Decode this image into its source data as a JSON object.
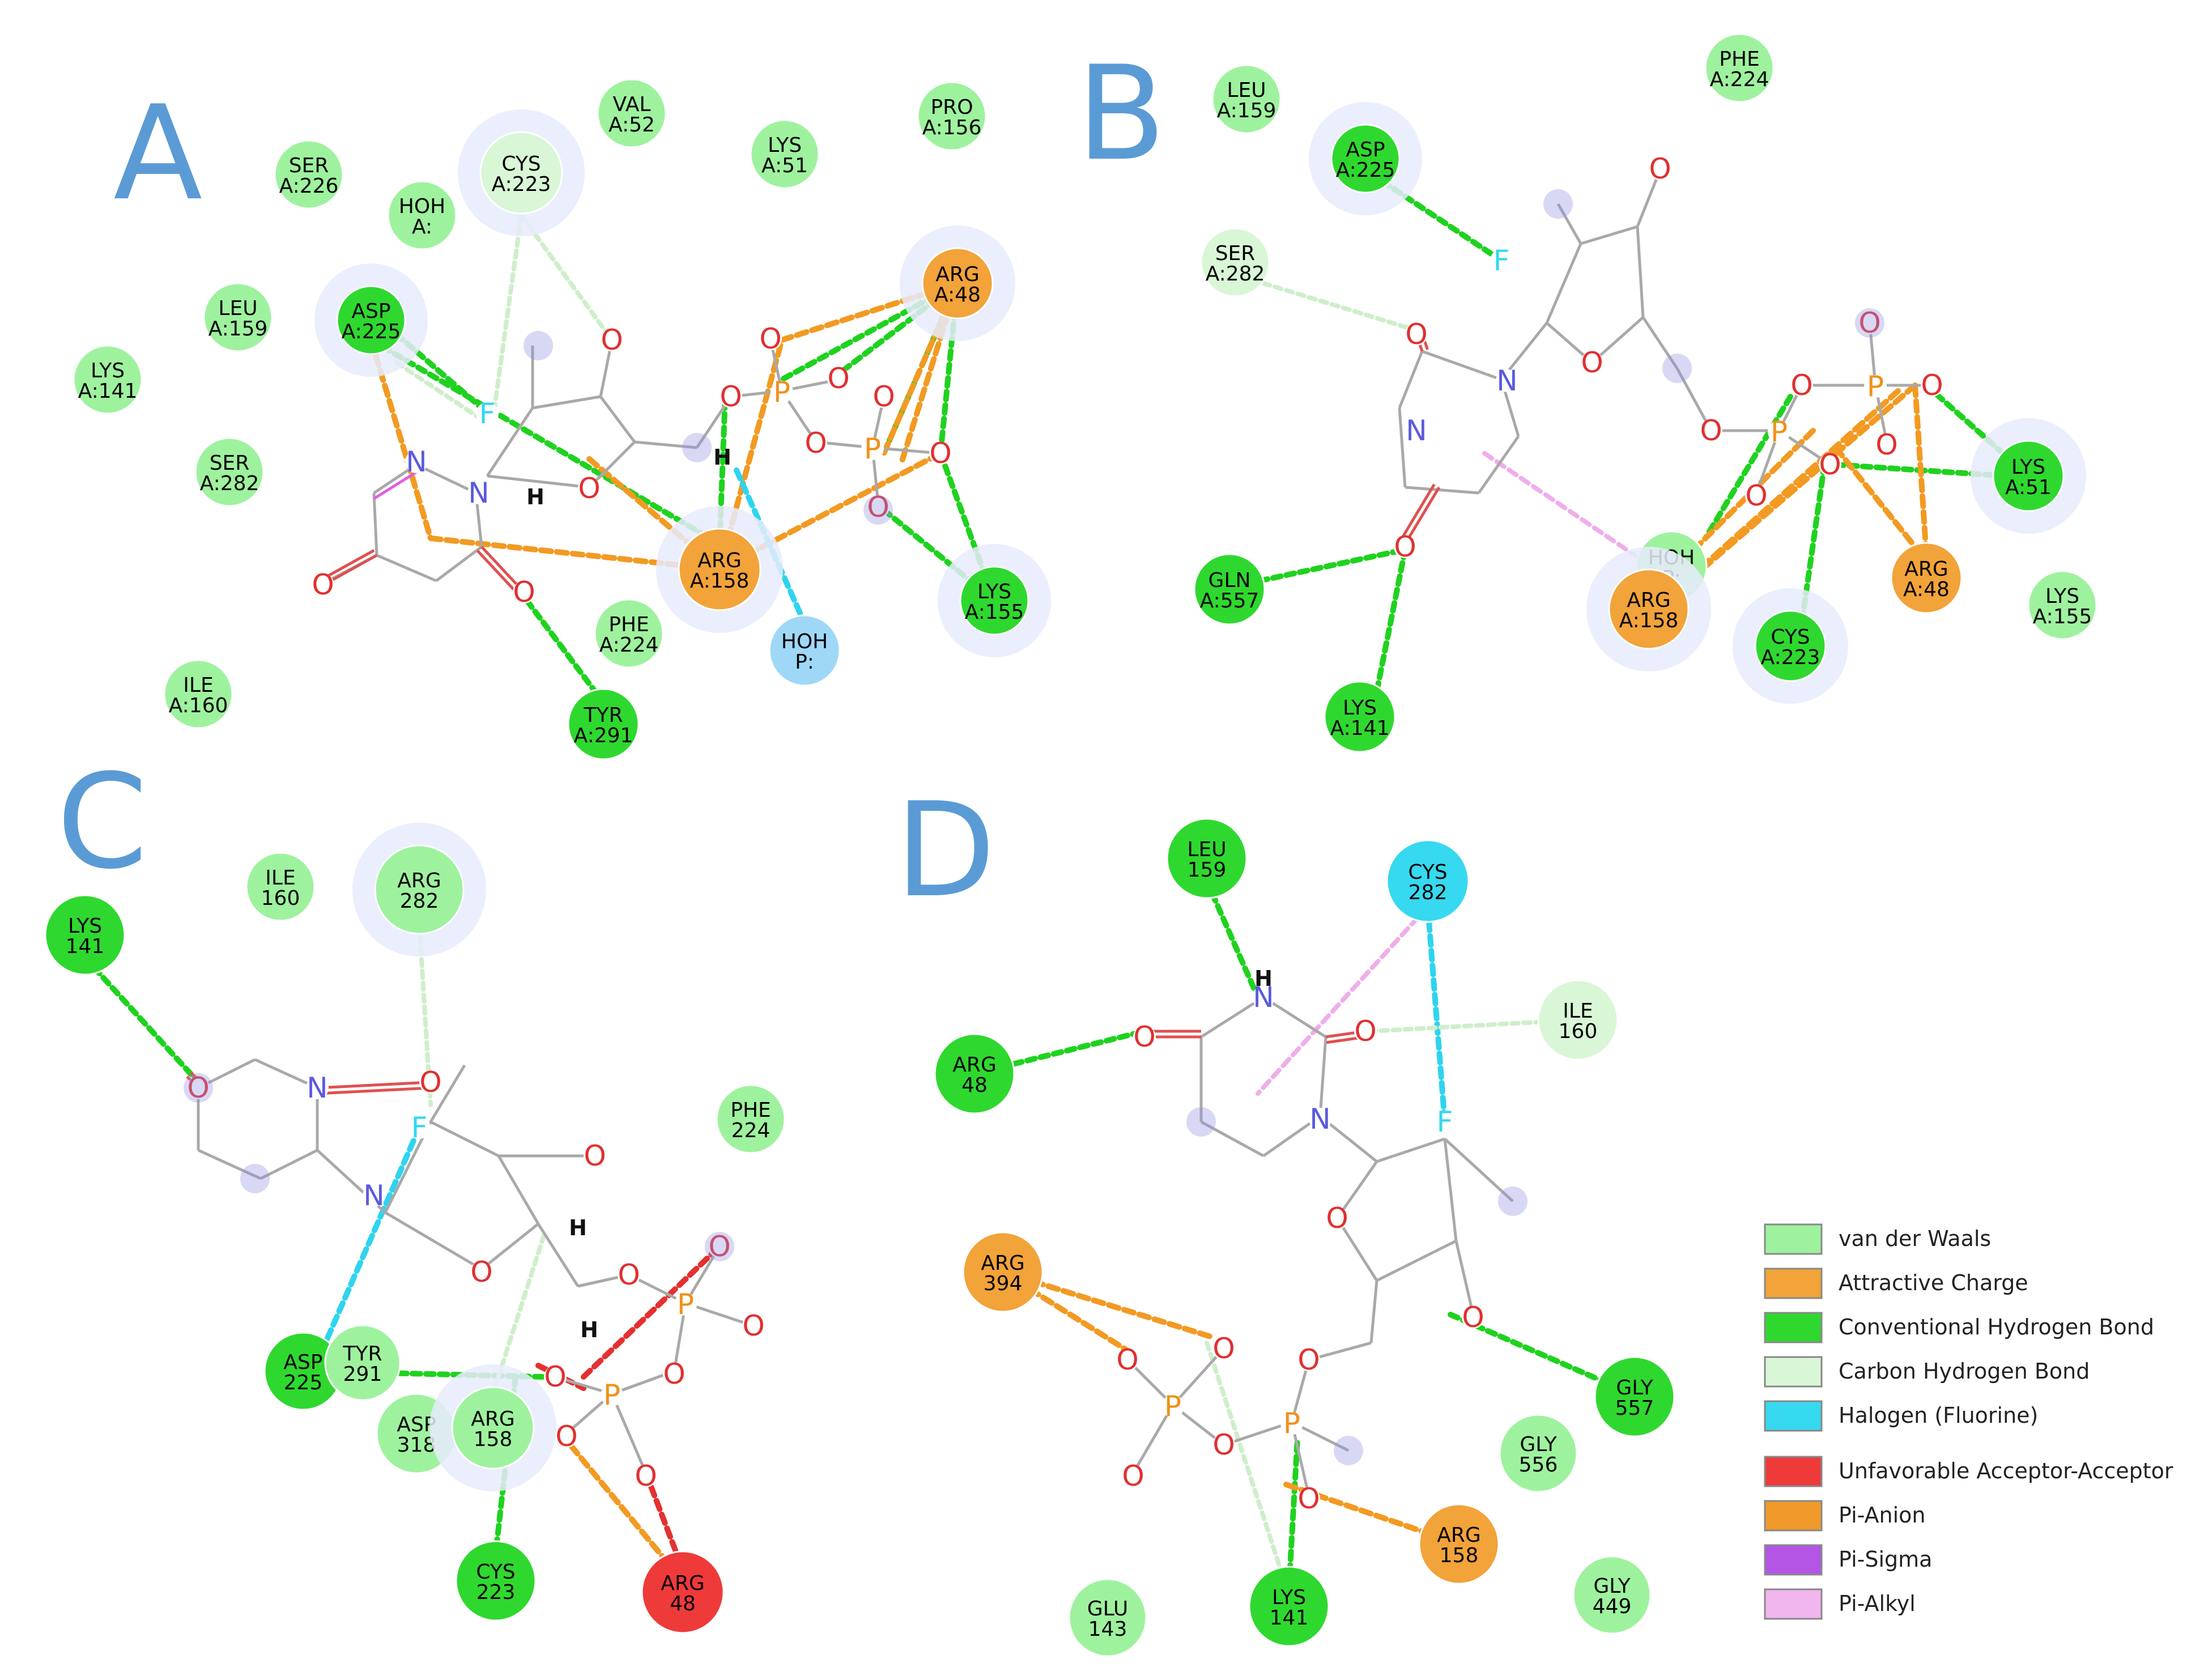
{
  "colors": {
    "vdw": "#9ef29e",
    "charge": "#f2a33a",
    "hbond": "#2fd82f",
    "ch_bond": "#d9f7d6",
    "halogen": "#36d9ef",
    "unfavorable": "#ef3a3a",
    "pi_anion": "#ef9a2a",
    "pi_sigma": "#b455e6",
    "pi_alkyl": "#f1b6ee",
    "water": "#9fd8f7",
    "letter": "#5b9bd5"
  },
  "panels": {
    "A": {
      "letter": "A",
      "residues": [
        {
          "id": "a_ser226",
          "l1": "SER",
          "l2": "A:226",
          "type": "vdw"
        },
        {
          "id": "a_hoh1",
          "l1": "HOH",
          "l2": "A:",
          "type": "vdw"
        },
        {
          "id": "a_cys223",
          "l1": "CYS",
          "l2": "A:223",
          "type": "ch_bond"
        },
        {
          "id": "a_val52",
          "l1": "VAL",
          "l2": "A:52",
          "type": "vdw"
        },
        {
          "id": "a_lys51",
          "l1": "LYS",
          "l2": "A:51",
          "type": "vdw"
        },
        {
          "id": "a_pro156",
          "l1": "PRO",
          "l2": "A:156",
          "type": "vdw"
        },
        {
          "id": "a_arg48",
          "l1": "ARG",
          "l2": "A:48",
          "type": "charge"
        },
        {
          "id": "a_leu159",
          "l1": "LEU",
          "l2": "A:159",
          "type": "vdw"
        },
        {
          "id": "a_asp225",
          "l1": "ASP",
          "l2": "A:225",
          "type": "hbond"
        },
        {
          "id": "a_lys141",
          "l1": "LYS",
          "l2": "A:141",
          "type": "vdw"
        },
        {
          "id": "a_ser282",
          "l1": "SER",
          "l2": "A:282",
          "type": "vdw"
        },
        {
          "id": "a_arg158",
          "l1": "ARG",
          "l2": "A:158",
          "type": "charge"
        },
        {
          "id": "a_lys155",
          "l1": "LYS",
          "l2": "A:155",
          "type": "hbond"
        },
        {
          "id": "a_phe224",
          "l1": "PHE",
          "l2": "A:224",
          "type": "vdw"
        },
        {
          "id": "a_hohp",
          "l1": "HOH",
          "l2": "P:",
          "type": "water"
        },
        {
          "id": "a_ile160",
          "l1": "ILE",
          "l2": "A:160",
          "type": "vdw"
        },
        {
          "id": "a_tyr291",
          "l1": "TYR",
          "l2": "A:291",
          "type": "hbond"
        }
      ]
    },
    "B": {
      "letter": "B",
      "residues": [
        {
          "id": "b_leu159",
          "l1": "LEU",
          "l2": "A:159",
          "type": "vdw"
        },
        {
          "id": "b_phe224",
          "l1": "PHE",
          "l2": "A:224",
          "type": "vdw"
        },
        {
          "id": "b_asp225",
          "l1": "ASP",
          "l2": "A:225",
          "type": "hbond"
        },
        {
          "id": "b_ser282",
          "l1": "SER",
          "l2": "A:282",
          "type": "ch_bond"
        },
        {
          "id": "b_lys51",
          "l1": "LYS",
          "l2": "A:51",
          "type": "hbond"
        },
        {
          "id": "b_gln557",
          "l1": "GLN",
          "l2": "A:557",
          "type": "hbond"
        },
        {
          "id": "b_hoh",
          "l1": "HOH",
          "l2": "P:",
          "type": "vdw"
        },
        {
          "id": "b_arg158",
          "l1": "ARG",
          "l2": "A:158",
          "type": "charge"
        },
        {
          "id": "b_arg48",
          "l1": "ARG",
          "l2": "A:48",
          "type": "charge"
        },
        {
          "id": "b_lys155",
          "l1": "LYS",
          "l2": "A:155",
          "type": "vdw"
        },
        {
          "id": "b_cys223",
          "l1": "CYS",
          "l2": "A:223",
          "type": "hbond"
        },
        {
          "id": "b_lys141",
          "l1": "LYS",
          "l2": "A:141",
          "type": "hbond"
        }
      ]
    },
    "C": {
      "letter": "C",
      "residues": [
        {
          "id": "c_lys141",
          "l1": "LYS",
          "l2": "141",
          "type": "hbond"
        },
        {
          "id": "c_ile160",
          "l1": "ILE",
          "l2": "160",
          "type": "vdw"
        },
        {
          "id": "c_arg282",
          "l1": "ARG",
          "l2": "282",
          "type": "vdw"
        },
        {
          "id": "c_phe224",
          "l1": "PHE",
          "l2": "224",
          "type": "vdw"
        },
        {
          "id": "c_asp225",
          "l1": "ASP",
          "l2": "225",
          "type": "hbond"
        },
        {
          "id": "c_tyr291",
          "l1": "TYR",
          "l2": "291",
          "type": "vdw"
        },
        {
          "id": "c_asp318",
          "l1": "ASP",
          "l2": "318",
          "type": "vdw"
        },
        {
          "id": "c_arg158",
          "l1": "ARG",
          "l2": "158",
          "type": "vdw"
        },
        {
          "id": "c_cys223",
          "l1": "CYS",
          "l2": "223",
          "type": "hbond"
        },
        {
          "id": "c_arg48",
          "l1": "ARG",
          "l2": "48",
          "type": "unfavorable"
        }
      ]
    },
    "D": {
      "letter": "D",
      "residues": [
        {
          "id": "d_leu159",
          "l1": "LEU",
          "l2": "159",
          "type": "hbond"
        },
        {
          "id": "d_cys282",
          "l1": "CYS",
          "l2": "282",
          "type": "halogen"
        },
        {
          "id": "d_ile160",
          "l1": "ILE",
          "l2": "160",
          "type": "ch_bond"
        },
        {
          "id": "d_arg48",
          "l1": "ARG",
          "l2": "48",
          "type": "hbond"
        },
        {
          "id": "d_arg394",
          "l1": "ARG",
          "l2": "394",
          "type": "charge"
        },
        {
          "id": "d_gly557",
          "l1": "GLY",
          "l2": "557",
          "type": "hbond"
        },
        {
          "id": "d_gly556",
          "l1": "GLY",
          "l2": "556",
          "type": "vdw"
        },
        {
          "id": "d_arg158",
          "l1": "ARG",
          "l2": "158",
          "type": "charge"
        },
        {
          "id": "d_gly449",
          "l1": "GLY",
          "l2": "449",
          "type": "vdw"
        },
        {
          "id": "d_glu143",
          "l1": "GLU",
          "l2": "143",
          "type": "vdw"
        },
        {
          "id": "d_lys141",
          "l1": "LYS",
          "l2": "141",
          "type": "hbond"
        }
      ]
    }
  },
  "legend": [
    {
      "label": "van der Waals",
      "color": "#9ef29e"
    },
    {
      "label": "Attractive Charge",
      "color": "#f2a33a"
    },
    {
      "label": "Conventional Hydrogen Bond",
      "color": "#2fd82f"
    },
    {
      "label": "Carbon Hydrogen Bond",
      "color": "#d9f7d6"
    },
    {
      "label": "Halogen (Fluorine)",
      "color": "#36d9ef"
    },
    {
      "label": "Unfavorable Acceptor-Acceptor",
      "color": "#ef3a3a"
    },
    {
      "label": "Pi-Anion",
      "color": "#ef9a2a"
    },
    {
      "label": "Pi-Sigma",
      "color": "#b455e6"
    },
    {
      "label": "Pi-Alkyl",
      "color": "#f1b6ee"
    }
  ],
  "atoms": {
    "O": "O",
    "N": "N",
    "P": "P",
    "F": "F",
    "H": "H"
  }
}
